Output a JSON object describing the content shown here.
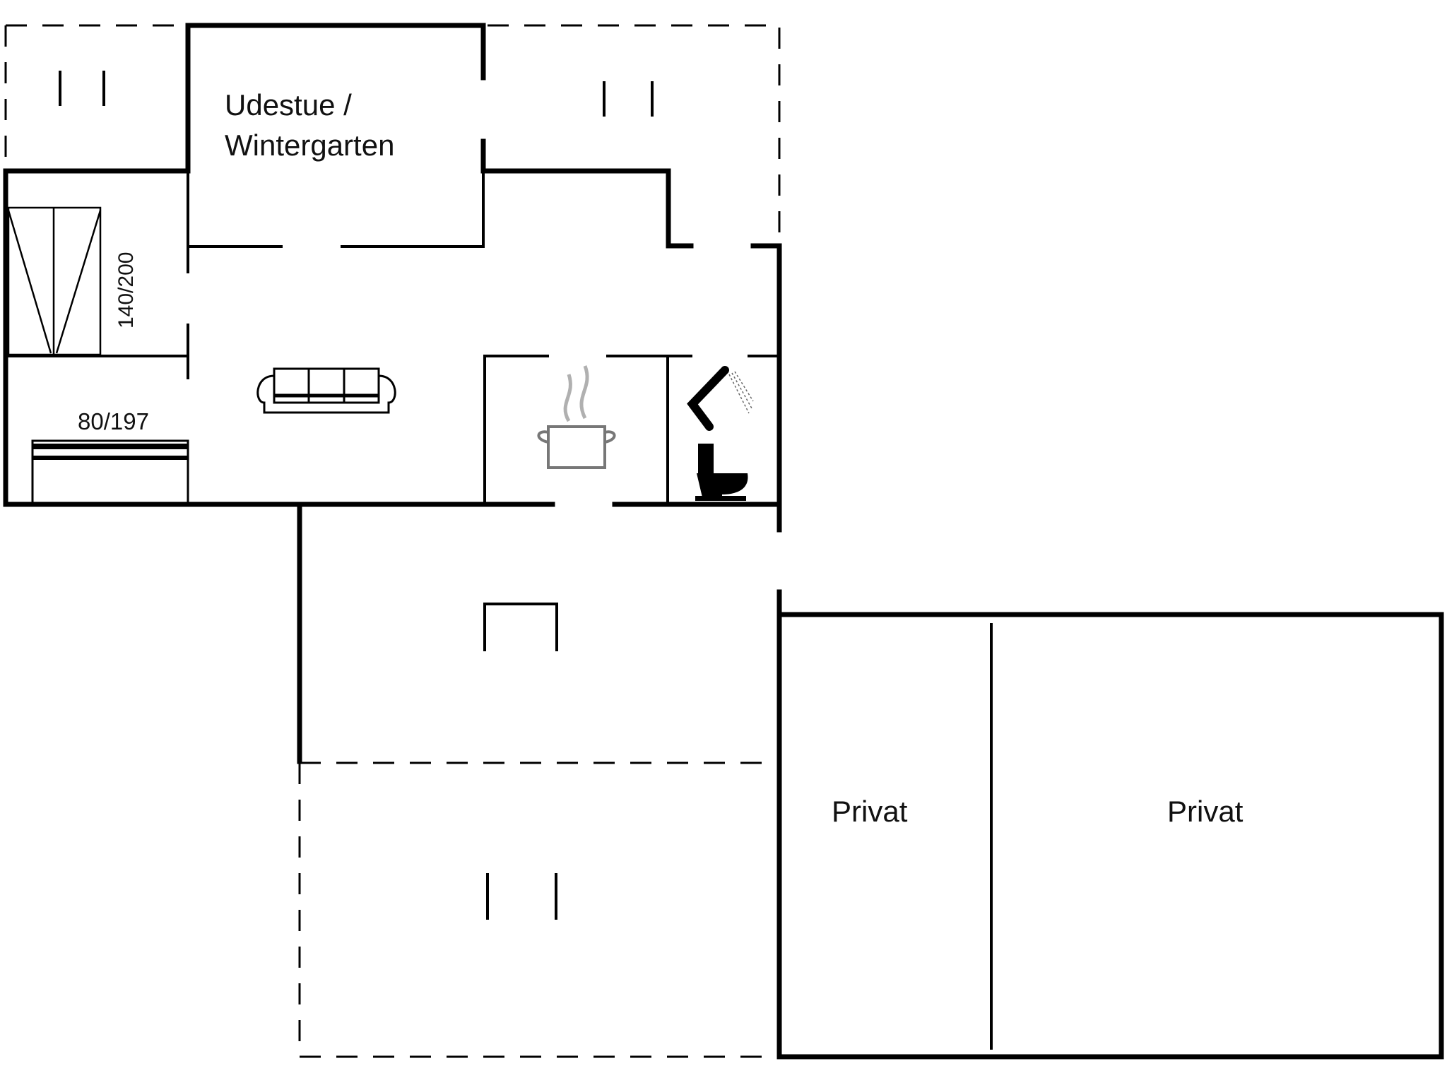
{
  "floorplan": {
    "rooms": {
      "sunroom": {
        "line1": "Udestue /",
        "line2": "Wintergarten"
      },
      "double_bed_size": "140/200",
      "single_bed_size": "80/197",
      "private_left": "Privat",
      "private_right": "Privat"
    },
    "icons": [
      "sofa-icon",
      "cooking-pot-icon",
      "shower-icon",
      "toilet-icon",
      "double-bed-icon",
      "single-bed-icon"
    ],
    "colors": {
      "wall": "#000000",
      "background": "#ffffff",
      "steam": "#b0b0b0"
    }
  }
}
